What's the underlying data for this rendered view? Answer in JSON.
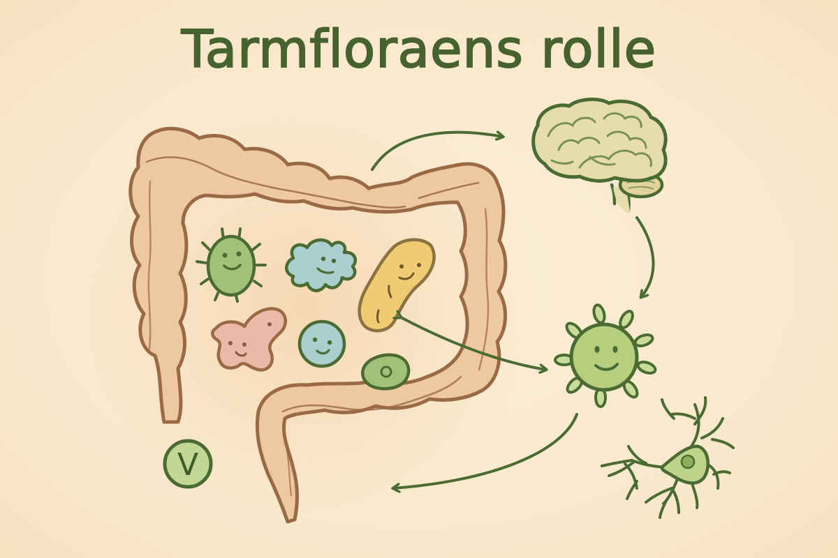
{
  "title": "Tarmfloraens rolle",
  "colors": {
    "background": "#fbedd3",
    "title_green": "#47622f",
    "outline_green": "#4a6b32",
    "intestine_fill": "#eec9a0",
    "intestine_outline": "#9a6a45",
    "microbe_green": "#9fc277",
    "microbe_blue": "#a9d0cf",
    "microbe_yellow": "#efcc74",
    "microbe_pink": "#ecb9a8",
    "brain_fill": "#e7dcae",
    "immune_cell_fill": "#b5cf7e",
    "neuron_fill": "#bcd38a"
  },
  "badge": {
    "label": "V"
  },
  "elements": {
    "intestine": "large-intestine-illustration",
    "microbes": [
      "green-spiky-bacterium",
      "blue-amoeba",
      "yellow-elongated-bacterium",
      "pink-blob",
      "blue-round-cell",
      "green-oval-cell"
    ],
    "brain": "brain-illustration",
    "immune_cell": "green-virus-like-cell",
    "neuron": "neuron-illustration",
    "arrows": [
      "intestine-to-brain",
      "brain-to-immune-cell",
      "immune-cell-to-microbes-bidirectional",
      "immune-cell-to-intestine"
    ]
  }
}
